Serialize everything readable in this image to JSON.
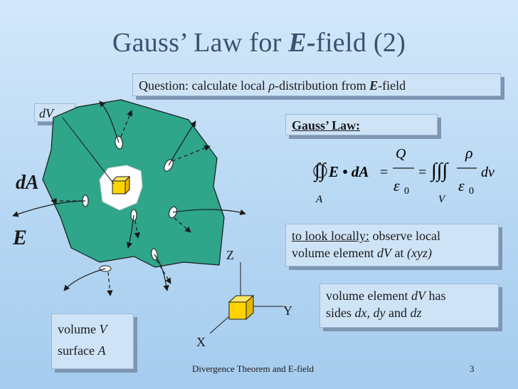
{
  "title": {
    "prefix": "Gauss’ Law for ",
    "bold": "E-",
    "suffix": "field (2)"
  },
  "question": {
    "prefix": "Question: calculate local ",
    "rho": "ρ",
    "middle": "-distribution  from ",
    "bold": "E",
    "suffix": "-field"
  },
  "gauss_label": "Gauss’ Law:",
  "equation": {
    "surface_sub": "A",
    "lhs": "E • dA",
    "eq1": "=",
    "q": "Q",
    "eps1": "ε",
    "zero1": "0",
    "eq2": "=",
    "volume_sub": "V",
    "rho": "ρ",
    "eps2": "ε",
    "zero2": "0",
    "dv": "dv"
  },
  "locally": {
    "underline": "to look locally:",
    "rest1": " observe local",
    "line2_prefix": "volume element ",
    "dV": "dV",
    "at": " at ",
    "xyz": "(xyz)"
  },
  "volume_element": {
    "prefix": "volume element ",
    "dV": "dV",
    "has": " has",
    "line2_prefix": "sides ",
    "dxdy": "dx, dy",
    "and": " and ",
    "dz": "dz"
  },
  "volume_box": {
    "v_label": "volume ",
    "V": "V",
    "s_label": "surface ",
    "A": "A"
  },
  "labels": {
    "dV": "dV",
    "dA": "dA",
    "E": "E",
    "Z": "Z",
    "Y": "Y",
    "X": "X"
  },
  "footer": {
    "text": "Divergence Theorem and E-field",
    "page": "3"
  },
  "colors": {
    "blob": "#2fa58a",
    "cube": "#ffd400",
    "title": "#3c5070",
    "box": "#cfe3f7"
  }
}
